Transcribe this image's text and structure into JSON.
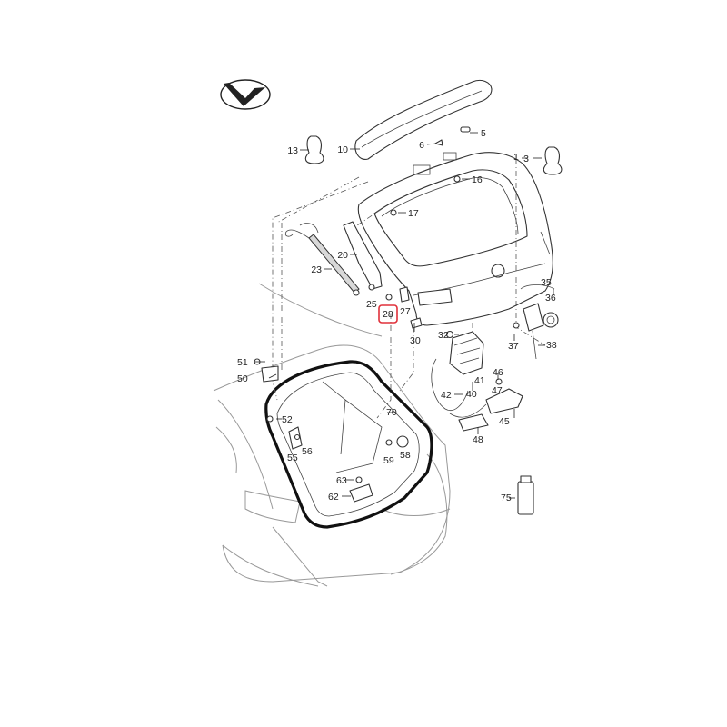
{
  "diagram": {
    "highlight_color": "#e0303a",
    "highlighted_part": "28",
    "orientation_icon": "direction-arrow-icon",
    "callouts": [
      {
        "id": "c1",
        "text": "1"
      },
      {
        "id": "c3",
        "text": "3"
      },
      {
        "id": "c5",
        "text": "5"
      },
      {
        "id": "c6",
        "text": "6"
      },
      {
        "id": "c10",
        "text": "10"
      },
      {
        "id": "c13",
        "text": "13"
      },
      {
        "id": "c16",
        "text": "16"
      },
      {
        "id": "c17",
        "text": "17"
      },
      {
        "id": "c20",
        "text": "20"
      },
      {
        "id": "c23",
        "text": "23"
      },
      {
        "id": "c25",
        "text": "25"
      },
      {
        "id": "c27",
        "text": "27"
      },
      {
        "id": "c28",
        "text": "28"
      },
      {
        "id": "c30",
        "text": "30"
      },
      {
        "id": "c32",
        "text": "32"
      },
      {
        "id": "c35",
        "text": "35"
      },
      {
        "id": "c36",
        "text": "36"
      },
      {
        "id": "c37",
        "text": "37"
      },
      {
        "id": "c38",
        "text": "38"
      },
      {
        "id": "c40",
        "text": "40"
      },
      {
        "id": "c41",
        "text": "41"
      },
      {
        "id": "c42",
        "text": "42"
      },
      {
        "id": "c45",
        "text": "45"
      },
      {
        "id": "c46",
        "text": "46"
      },
      {
        "id": "c47",
        "text": "47"
      },
      {
        "id": "c48",
        "text": "48"
      },
      {
        "id": "c50",
        "text": "50"
      },
      {
        "id": "c51",
        "text": "51"
      },
      {
        "id": "c52",
        "text": "52"
      },
      {
        "id": "c55",
        "text": "55"
      },
      {
        "id": "c56",
        "text": "56"
      },
      {
        "id": "c58",
        "text": "58"
      },
      {
        "id": "c59",
        "text": "59"
      },
      {
        "id": "c62",
        "text": "62"
      },
      {
        "id": "c63",
        "text": "63"
      },
      {
        "id": "c70",
        "text": "70"
      },
      {
        "id": "c75",
        "text": "75"
      }
    ]
  }
}
